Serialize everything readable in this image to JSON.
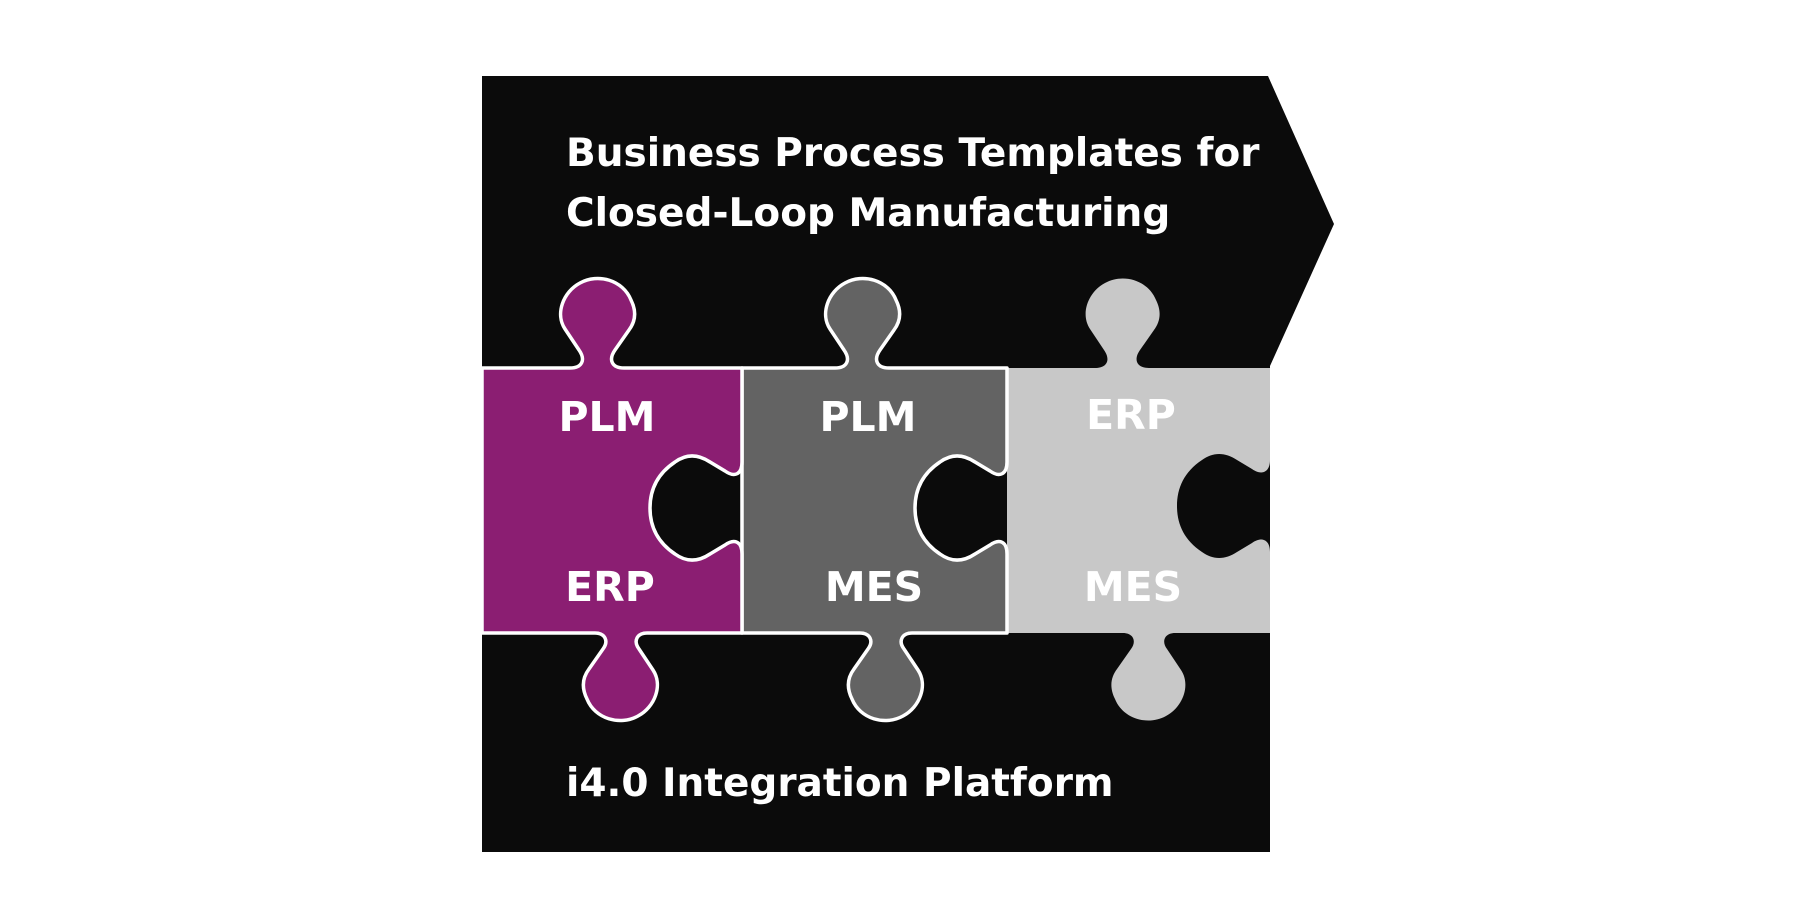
{
  "diagram": {
    "title_lines": [
      "Business Process Templates for",
      "Closed-Loop Manufacturing"
    ],
    "footer": "i4.0 Integration Platform",
    "pieces": [
      {
        "name": "purple-piece",
        "top_label": "PLM",
        "bottom_label": "ERP",
        "color": "#8b1e72"
      },
      {
        "name": "dark-gray-piece",
        "top_label": "PLM",
        "bottom_label": "MES",
        "color": "#636363"
      },
      {
        "name": "light-gray-piece",
        "top_label": "ERP",
        "bottom_label": "MES",
        "color": "#c8c8c8"
      }
    ],
    "colors": {
      "background": "#0b0b0b",
      "text": "#ffffff",
      "outline": "#ffffff"
    }
  }
}
